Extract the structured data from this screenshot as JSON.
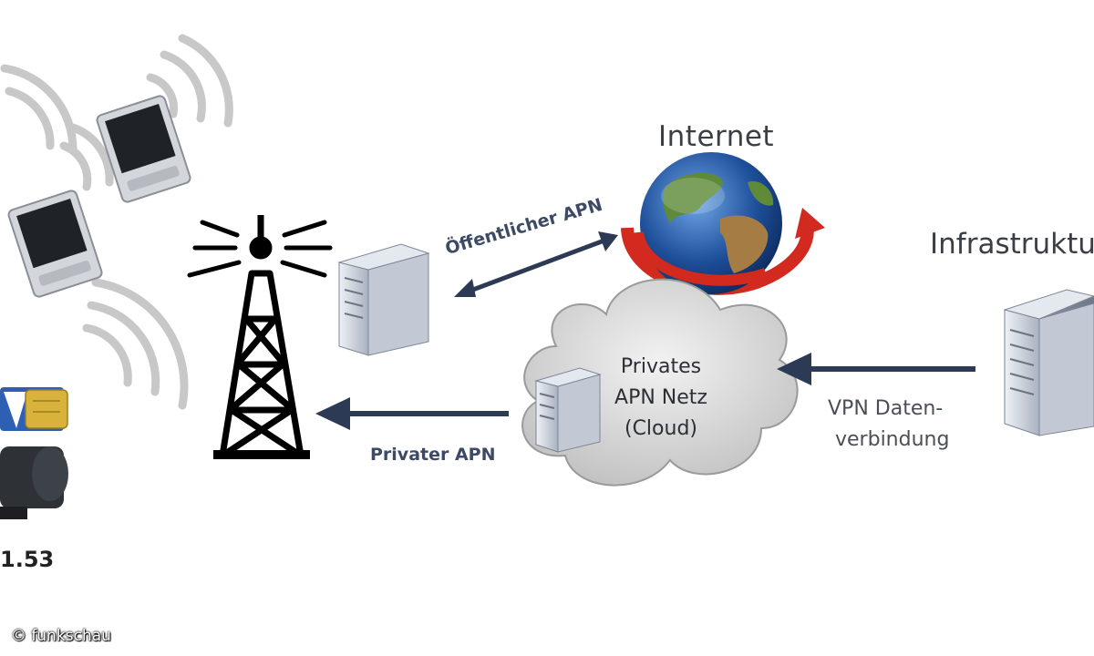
{
  "labels": {
    "internet": "Internet",
    "infrastructure": "Infrastruktur",
    "public_apn": "Öffentlicher APN",
    "private_apn": "Privater APN",
    "cloud": [
      "Privates",
      "APN Netz",
      "(Cloud)"
    ],
    "vpn": [
      "VPN Daten-",
      "verbindung"
    ],
    "device_value": "1.53",
    "copyright": "© funkschau"
  },
  "colors": {
    "arrow": "#2d3a55",
    "globe_ocean": "#1e4f9a",
    "globe_land": "#5f8a3a",
    "orbit_arrow": "#d22a1e",
    "server_body": "#c9ced8",
    "cloud_fill": "#d9d9d9",
    "tower": "#000000",
    "signal_waves": "#c8c8c8",
    "sim_card": "#d8b23a"
  },
  "icons": [
    "tower-icon",
    "server-icon",
    "globe-icon",
    "cloud-icon",
    "tablet-icon",
    "sim-card-icon",
    "signal-waves-icon",
    "modem-icon"
  ]
}
